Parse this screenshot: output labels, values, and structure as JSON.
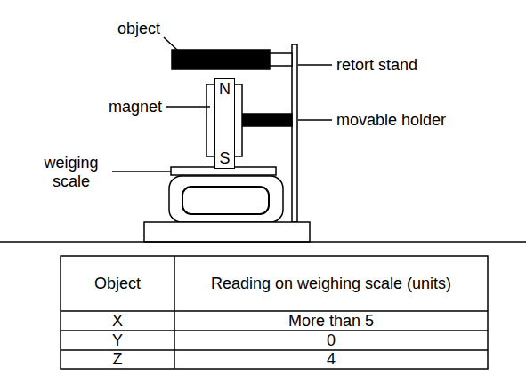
{
  "diagram": {
    "nodes": [
      {
        "text": [
          "N",
          "S"
        ]
      }
    ],
    "labels": [
      "object",
      "retort stand",
      "magnet",
      "movable holder",
      "weiging scale",
      "Object",
      "Reading on weighing scale (units)",
      "X",
      "More than 5",
      "Y",
      "0",
      "Z",
      "4"
    ]
  }
}
